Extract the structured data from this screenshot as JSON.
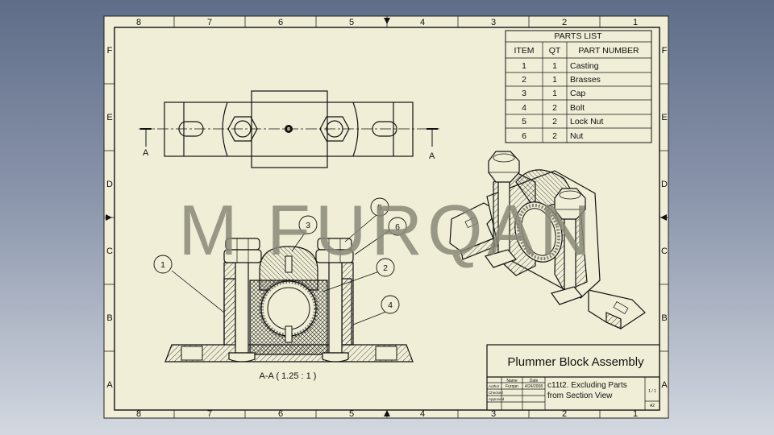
{
  "drawing": {
    "zones_columns": [
      "8",
      "7",
      "6",
      "5",
      "4",
      "3",
      "2",
      "1"
    ],
    "zones_rows": [
      "F",
      "E",
      "D",
      "C",
      "B",
      "A"
    ],
    "parts_list": {
      "title": "PARTS LIST",
      "headers": [
        "ITEM",
        "QT",
        "PART NUMBER"
      ],
      "rows": [
        [
          "1",
          "1",
          "Casting"
        ],
        [
          "2",
          "1",
          "Brasses"
        ],
        [
          "3",
          "1",
          "Cap"
        ],
        [
          "4",
          "2",
          "Bolt"
        ],
        [
          "5",
          "2",
          "Lock Nut"
        ],
        [
          "6",
          "2",
          "Nut"
        ]
      ]
    },
    "section_markers": [
      "A",
      "A"
    ],
    "view_label": "A-A ( 1.25 : 1 )",
    "balloons": [
      "1",
      "2",
      "3",
      "4",
      "5",
      "6"
    ],
    "watermark": "M FURQAN",
    "title_block": {
      "title": "Plummer Block Assembly",
      "name_header": "Name",
      "date_header": "Date",
      "author": "Furqan",
      "date": "4/24/2008",
      "row_labels": [
        "Author",
        "Checked",
        "Approved"
      ],
      "description_line1": "c11t2. Excluding Parts",
      "description_line2": "from Section View",
      "sheet": "1 / 1",
      "rev": "A2"
    },
    "colors": {
      "paper": "#f0eed6",
      "line": "#111111",
      "watermark": "#8a8878"
    }
  }
}
